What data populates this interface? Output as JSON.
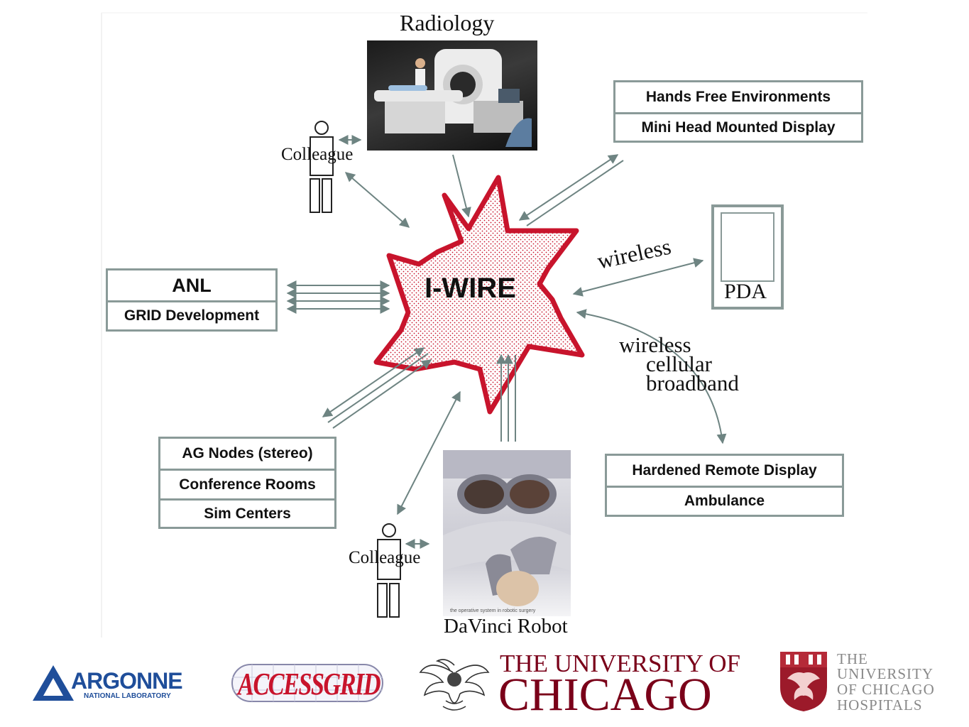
{
  "center": {
    "label": "I-WIRE"
  },
  "radiology": {
    "caption": "Radiology"
  },
  "robot": {
    "caption": "DaVinci Robot",
    "tagline": "the operative system in robotic surgery"
  },
  "colleague_top": {
    "label": "Colleague"
  },
  "colleague_bottom": {
    "label": "Colleague"
  },
  "hands_free": {
    "rows": [
      "Hands Free Environments",
      "Mini Head Mounted Display"
    ]
  },
  "anl": {
    "rows": [
      "ANL",
      "GRID Development"
    ]
  },
  "ag_nodes": {
    "rows": [
      "AG Nodes (stereo)",
      "Conference Rooms",
      "Sim Centers"
    ]
  },
  "remote_display": {
    "rows": [
      "Hardened Remote Display",
      "Ambulance"
    ]
  },
  "pda": {
    "label": "PDA"
  },
  "links": {
    "wireless": "wireless",
    "cellular": [
      "wireless",
      "cellular",
      "broadband"
    ]
  },
  "logos": {
    "argonne": {
      "name": "ARGONNE",
      "sub": "NATIONAL LABORATORY"
    },
    "accessgrid": {
      "name": "ACCESSGRID"
    },
    "uchicago": {
      "line1": "THE UNIVERSITY OF",
      "line2": "CHICAGO"
    },
    "uchicago_hospitals": {
      "lines": [
        "THE",
        "UNIVERSITY",
        "OF CHICAGO",
        "HOSPITALS"
      ]
    }
  },
  "colors": {
    "line": "#6e8482",
    "box_border": "#8a9a98",
    "star_red": "#c8142c",
    "maroon": "#7a0019",
    "argonne_blue": "#1f4e9a"
  }
}
